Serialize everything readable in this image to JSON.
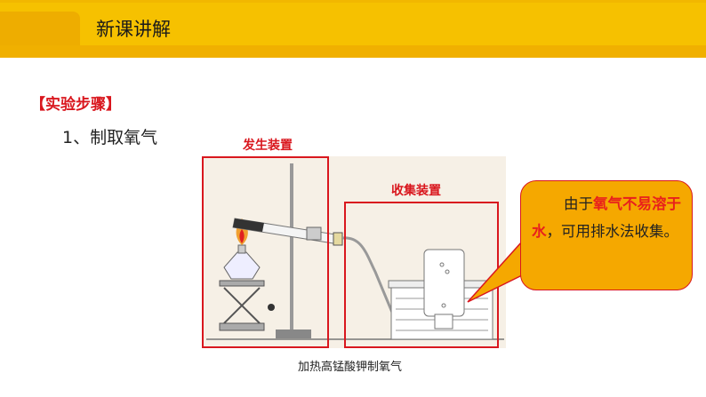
{
  "header": {
    "title": "新课讲解"
  },
  "content": {
    "section_heading": "【实验步骤】",
    "step": "1、制取氧气",
    "figure": {
      "generator_label": "发生装置",
      "collector_label": "收集装置",
      "caption": "加热高锰酸钾制氧气"
    },
    "callout": {
      "part1": "由于",
      "highlight": "氧气不易溶于水",
      "part2": "，可用排水法收集。"
    }
  }
}
